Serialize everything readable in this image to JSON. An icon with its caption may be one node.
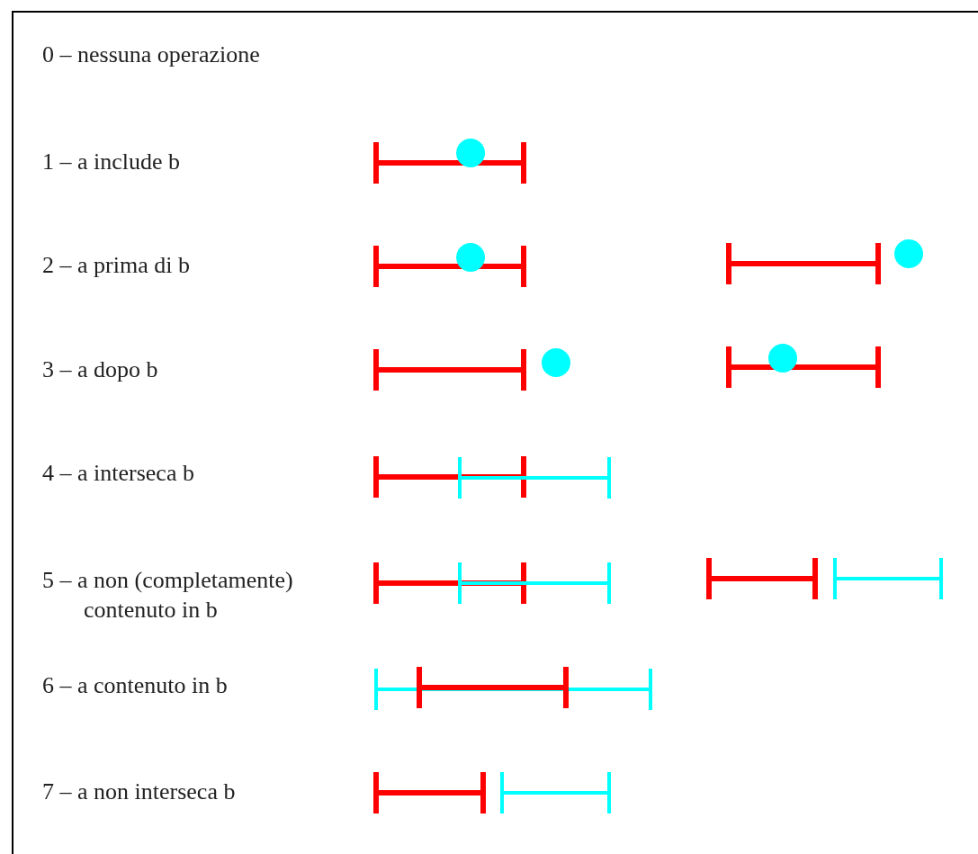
{
  "diagram": {
    "labels": [
      "0 – nessuna operazione",
      "1 – a include b",
      "2 – a prima di b",
      "3 – a dopo b",
      "4 – a interseca b",
      "5 – a non (completamente) contenuto in b",
      "6 – a contenuto in b",
      "7 – a non interseca b"
    ]
  }
}
